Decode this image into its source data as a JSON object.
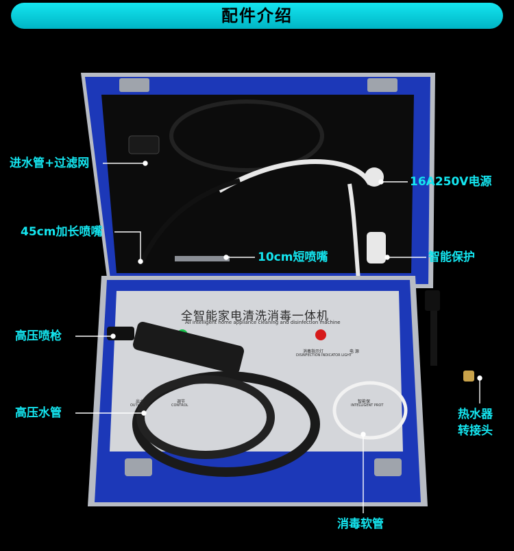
{
  "title": "配件介绍",
  "panel": {
    "title_cn": "全智能家电清洗消毒一体机",
    "title_en": "All intelligent home appliance cleaning and disinfection machine",
    "disinfection_light": "消毒指示灯",
    "disinfection_light_en": "DISINFECTION INDICATOR LIGHT",
    "power_cn": "电 源",
    "outlet_cn": "出水",
    "outlet_en": "OUTLET",
    "control_cn": "调节",
    "control_en": "CONTROL",
    "intelligent_cn": "智能保",
    "intelligent_en": "INTELLIGENT PROT"
  },
  "callouts": {
    "inlet_hose": "进水管+过滤网",
    "power": "16A250V电源",
    "long_nozzle": "45cm加长喷嘴",
    "short_nozzle": "10cm短喷嘴",
    "smart_protect": "智能保护",
    "spray_gun": "高压喷枪",
    "hp_hose": "高压水管",
    "heater_adapter_1": "热水器",
    "heater_adapter_2": "转接头",
    "disinfect_hose": "消毒软管"
  },
  "colors": {
    "accent": "#14e6f0",
    "case_blue": "#1c38b8",
    "aluminum": "#c9ccd2"
  }
}
